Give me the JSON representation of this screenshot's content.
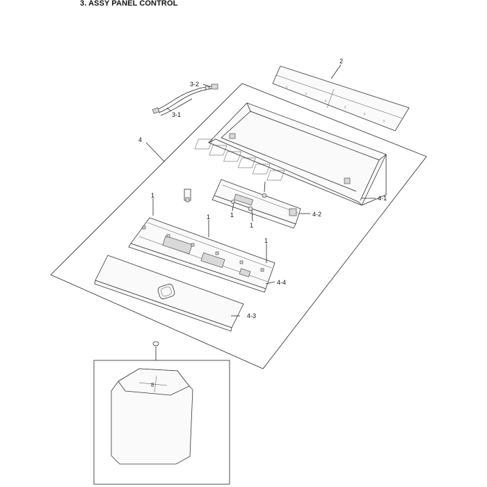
{
  "title": "3. ASSY PANEL CONTROL",
  "callouts": {
    "c2": "2",
    "c3_2": "3-2",
    "c3_1": "3-1",
    "c4": "4",
    "c4_1": "4-1",
    "c4_2": "4-2",
    "c4_3": "4-3",
    "c4_4": "4-4",
    "c1a": "1",
    "c1b": "1",
    "c1c": "1",
    "c1d": "1",
    "c1e": "1",
    "c_led": "8"
  }
}
